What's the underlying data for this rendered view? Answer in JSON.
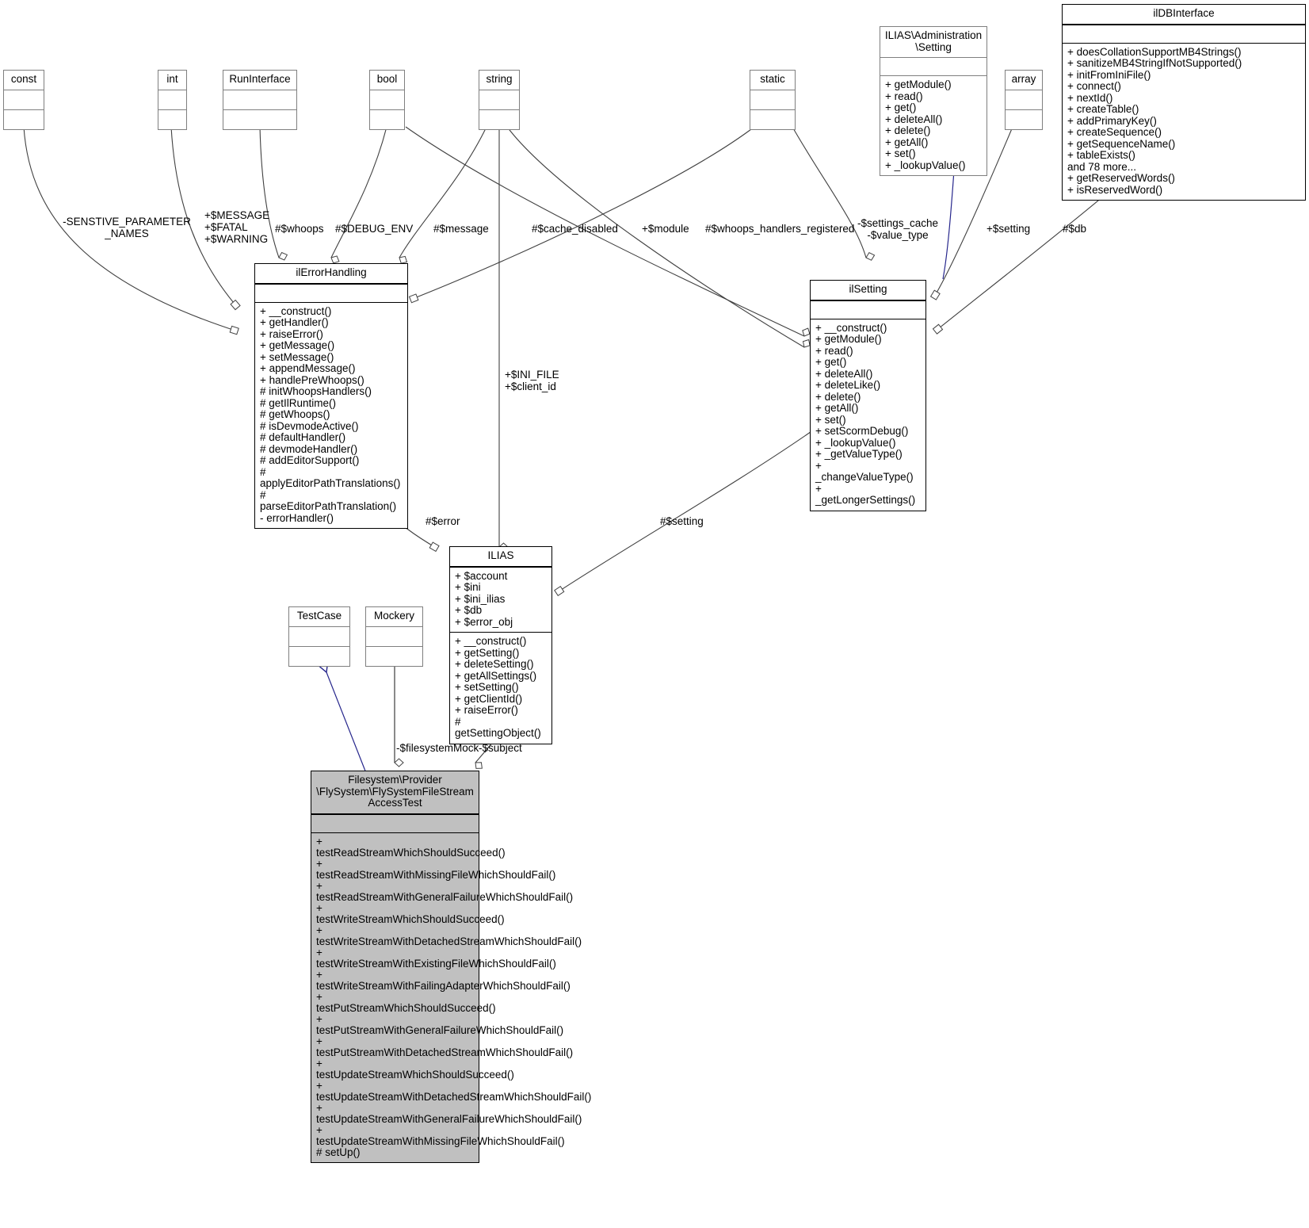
{
  "diagram": {
    "kind": "uml-class-collaboration-diagram",
    "colors": {
      "line": "#404040",
      "inherit_line": "#26268c",
      "node_border": "#7f7f7f",
      "node_border_solid": "#000000",
      "node_fill": "#ffffff",
      "highlight_fill": "#c0c0c0"
    }
  },
  "nodes": {
    "const": {
      "title": "const",
      "attributes": [],
      "methods": []
    },
    "int": {
      "title": "int",
      "attributes": [],
      "methods": []
    },
    "run_interface": {
      "title": "RunInterface",
      "attributes": [],
      "methods": []
    },
    "bool": {
      "title": "bool",
      "attributes": [],
      "methods": []
    },
    "string": {
      "title": "string",
      "attributes": [],
      "methods": []
    },
    "static": {
      "title": "static",
      "attributes": [],
      "methods": []
    },
    "array": {
      "title": "array",
      "attributes": [],
      "methods": []
    },
    "administration_setting": {
      "title": "ILIAS\\Administration\n\\Setting",
      "attributes": [],
      "methods": [
        "+ getModule()",
        "+ read()",
        "+ get()",
        "+ deleteAll()",
        "+ delete()",
        "+ getAll()",
        "+ set()",
        "+ _lookupValue()"
      ]
    },
    "ildbinterface": {
      "title": "ilDBInterface",
      "attributes": [],
      "methods": [
        "+ doesCollationSupportMB4Strings()",
        "+ sanitizeMB4StringIfNotSupported()",
        "+ initFromIniFile()",
        "+ connect()",
        "+ nextId()",
        "+ createTable()",
        "+ addPrimaryKey()",
        "+ createSequence()",
        "+ getSequenceName()",
        "+ tableExists()",
        "and 78 more...",
        "+ getReservedWords()",
        "+ isReservedWord()"
      ]
    },
    "ilerrorhandling": {
      "title": "ilErrorHandling",
      "attributes": [],
      "methods": [
        "+ __construct()",
        "+ getHandler()",
        "+ raiseError()",
        "+ getMessage()",
        "+ setMessage()",
        "+ appendMessage()",
        "+ handlePreWhoops()",
        "# initWhoopsHandlers()",
        "# getIlRuntime()",
        "# getWhoops()",
        "# isDevmodeActive()",
        "# defaultHandler()",
        "# devmodeHandler()",
        "# addEditorSupport()",
        "# applyEditorPathTranslations()",
        "# parseEditorPathTranslation()",
        "- errorHandler()"
      ]
    },
    "ilsetting": {
      "title": "ilSetting",
      "attributes": [],
      "methods": [
        "+ __construct()",
        "+ getModule()",
        "+ read()",
        "+ get()",
        "+ deleteAll()",
        "+ deleteLike()",
        "+ delete()",
        "+ getAll()",
        "+ set()",
        "+ setScormDebug()",
        "+ _lookupValue()",
        "+ _getValueType()",
        "+ _changeValueType()",
        "+ _getLongerSettings()"
      ]
    },
    "ilias": {
      "title": "ILIAS",
      "attributes": [
        "+ $account",
        "+ $ini",
        "+ $ini_ilias",
        "+ $db",
        "+ $error_obj"
      ],
      "methods": [
        "+ __construct()",
        "+ getSetting()",
        "+ deleteSetting()",
        "+ getAllSettings()",
        "+ setSetting()",
        "+ getClientId()",
        "+ raiseError()",
        "# getSettingObject()"
      ]
    },
    "testcase": {
      "title": "TestCase",
      "attributes": [],
      "methods": []
    },
    "mockery": {
      "title": "Mockery",
      "attributes": [],
      "methods": []
    },
    "flysystemfilestreamaccesstest": {
      "title": "Filesystem\\Provider\n\\FlySystem\\FlySystemFileStream\nAccessTest",
      "attributes": [],
      "methods": [
        "+ testReadStreamWhichShouldSucceed()",
        "+ testReadStreamWithMissingFileWhichShouldFail()",
        "+ testReadStreamWithGeneralFailureWhichShouldFail()",
        "+ testWriteStreamWhichShouldSucceed()",
        "+ testWriteStreamWithDetachedStreamWhichShouldFail()",
        "+ testWriteStreamWithExistingFileWhichShouldFail()",
        "+ testWriteStreamWithFailingAdapterWhichShouldFail()",
        "+ testPutStreamWhichShouldSucceed()",
        "+ testPutStreamWithGeneralFailureWhichShouldFail()",
        "+ testPutStreamWithDetachedStreamWhichShouldFail()",
        "+ testUpdateStreamWhichShouldSucceed()",
        "+ testUpdateStreamWithDetachedStreamWhichShouldFail()",
        "+ testUpdateStreamWithGeneralFailureWhichShouldFail()",
        "+ testUpdateStreamWithMissingFileWhichShouldFail()",
        "# setUp()"
      ]
    }
  },
  "edge_labels": {
    "sensitive_parameter_names": "-SENSTIVE_PARAMETER\n_NAMES",
    "message_fatal_warning": "+$MESSAGE\n+$FATAL\n+$WARNING",
    "whoops": "#$whoops",
    "debug_env": "#$DEBUG_ENV",
    "message": "#$message",
    "cache_disabled": "#$cache_disabled",
    "module": "+$module",
    "whoops_handlers_registered": "#$whoops_handlers_registered",
    "settings_cache_value_type": "-$settings_cache\n-$value_type",
    "setting_plus": "+$setting",
    "db": "#$db",
    "ini_file_client_id": "+$INI_FILE\n+$client_id",
    "error": "#$error",
    "setting_hash": "#$setting",
    "filesystem_mock": "-$filesystemMock",
    "subject": "-$subject"
  }
}
